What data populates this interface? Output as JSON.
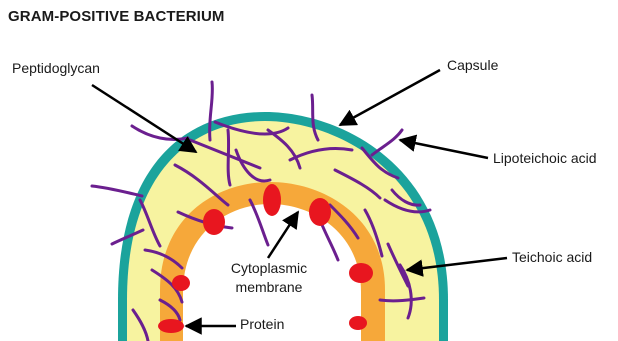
{
  "title": "GRAM-POSITIVE BACTERIUM",
  "labels": {
    "peptidoglycan": "Peptidoglycan",
    "capsule": "Capsule",
    "lipoteichoic_acid": "Lipoteichoic acid",
    "teichoic_acid": "Teichoic acid",
    "cytoplasmic_line1": "Cytoplasmic",
    "cytoplasmic_line2": "membrane",
    "protein": "Protein"
  },
  "colors": {
    "capsule": "#1ba39c",
    "cell_wall": "#f7f3a0",
    "membrane": "#f6a83a",
    "protein": "#e8161f",
    "fibers": "#6b1f8f",
    "arrow": "#000000"
  }
}
